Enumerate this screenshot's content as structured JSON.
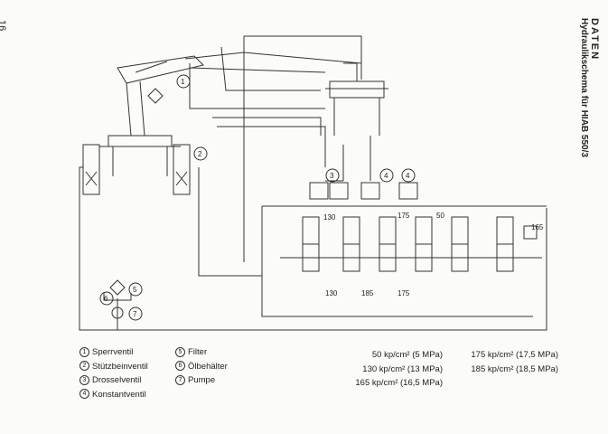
{
  "page_number": "16",
  "header": {
    "section": "DATEN",
    "title": "Hydraulikschema für HIAB 550/3"
  },
  "callouts": [
    "1",
    "2",
    "3",
    "4",
    "4",
    "5",
    "6",
    "7"
  ],
  "valve_pressures": [
    "130",
    "175",
    "50",
    "165",
    "130",
    "185",
    "175"
  ],
  "legend": {
    "left": [
      {
        "num": "1",
        "label": "Sperrventil"
      },
      {
        "num": "2",
        "label": "Stützbeinventil"
      },
      {
        "num": "3",
        "label": "Drosselventil"
      },
      {
        "num": "4",
        "label": "Konstantventil"
      }
    ],
    "right": [
      {
        "num": "5",
        "label": "Filter"
      },
      {
        "num": "6",
        "label": "Ölbehälter"
      },
      {
        "num": "7",
        "label": "Pumpe"
      }
    ]
  },
  "pressure_legend": {
    "left": [
      "50 kp/cm² (5 MPa)",
      "130 kp/cm² (13 MPa)",
      "165 kp/cm² (16,5 MPa)"
    ],
    "right": [
      "175 kp/cm² (17,5 MPa)",
      "185 kp/cm² (18,5 MPa)"
    ]
  }
}
